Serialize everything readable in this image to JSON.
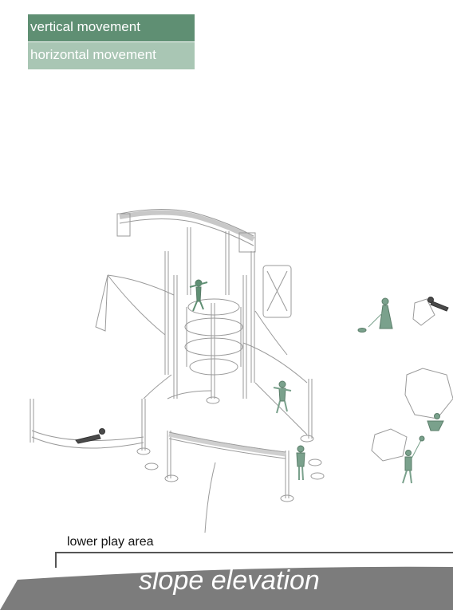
{
  "legend": {
    "vertical_label": "vertical movement",
    "horizontal_label": "horizontal movement"
  },
  "colors": {
    "vertical": "#5f8f73",
    "horizontal": "#a9c6b4",
    "figure": "#7aa18c",
    "line": "#9a9a9a",
    "slope": "#7c7c7c"
  },
  "labels": {
    "area": "lower play area",
    "section": "slope elevation"
  }
}
